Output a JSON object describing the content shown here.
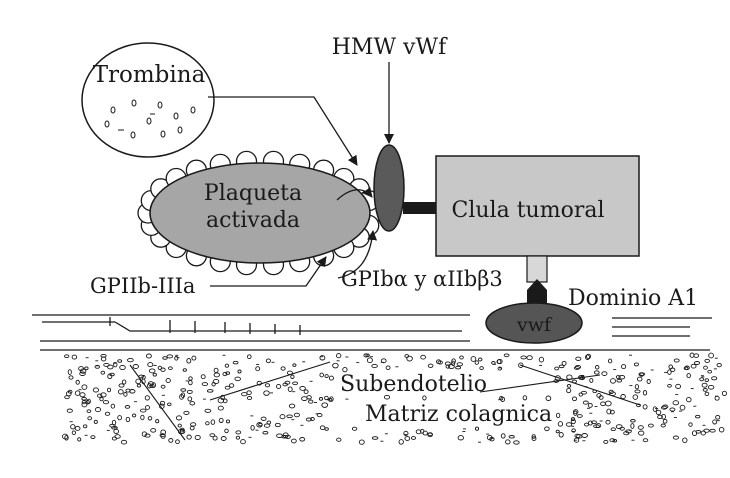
{
  "labels": {
    "hmw_vwf": "HMW vWf",
    "trombina": "Trombina",
    "plaqueta_line1": "Plaqueta",
    "plaqueta_line2": "activada",
    "celula_tumoral": "Clula tumoral",
    "gpiib_iiia": "GPIIb-IIIa",
    "gpib_aiib": "GPIbα y αIIbβ3",
    "dominio_a1": "Dominio A1",
    "vwf": "vwf",
    "subendotelio": "Subendotelio",
    "matriz": "Matriz colagnica"
  },
  "colors": {
    "ink": "#1a1a1a",
    "platelet_fill": "#a6a6a6",
    "tumor_fill": "#c8c8c8",
    "receptor_fill": "#5a5a5a",
    "vwf_fill": "#555555"
  }
}
